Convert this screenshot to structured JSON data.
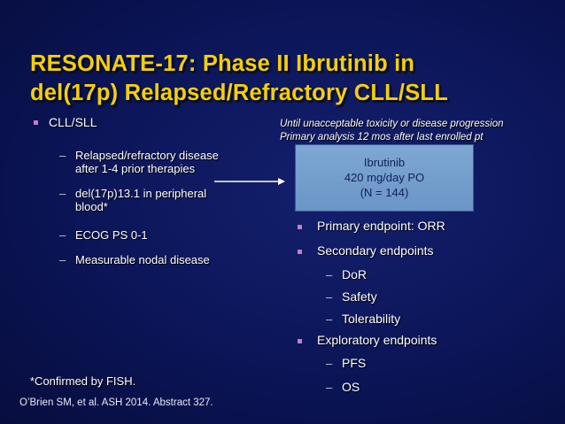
{
  "slide": {
    "title_line1": "RESONATE-17: Phase II Ibrutinib in",
    "title_line2": "del(17p) Relapsed/Refractory CLL/SLL"
  },
  "left": {
    "main_bullet": "CLL/SLL",
    "sub_items": [
      {
        "line1": "Relapsed/refractory disease",
        "line2": "after 1-4 prior therapies"
      },
      {
        "line1": "del(17p)13.1 in peripheral",
        "line2": "blood*"
      },
      {
        "line1": "ECOG PS 0-1",
        "line2": ""
      },
      {
        "line1": "Measurable nodal disease",
        "line2": ""
      }
    ],
    "dash": "–"
  },
  "notes": {
    "line1": "Until unacceptable toxicity or disease progression",
    "line2": "Primary analysis 12 mos after last enrolled pt"
  },
  "treatment_box": {
    "line1": "Ibrutinib",
    "line2": "420 mg/day PO",
    "line3": "(N = 144)",
    "fill_color": "#7ea7d4"
  },
  "endpoints": {
    "primary": "Primary endpoint: ORR",
    "secondary_label": "Secondary endpoints",
    "secondary_items": [
      "DoR",
      "Safety",
      "Tolerability"
    ],
    "exploratory_label": "Exploratory endpoints",
    "exploratory_items": [
      "PFS",
      "OS"
    ]
  },
  "footnote": "*Confirmed by FISH.",
  "citation": "O’Brien SM, et al. ASH 2014. Abstract 327.",
  "colors": {
    "title": "#f5d000",
    "bullet": "#c080c8",
    "background": "#0b1557"
  }
}
